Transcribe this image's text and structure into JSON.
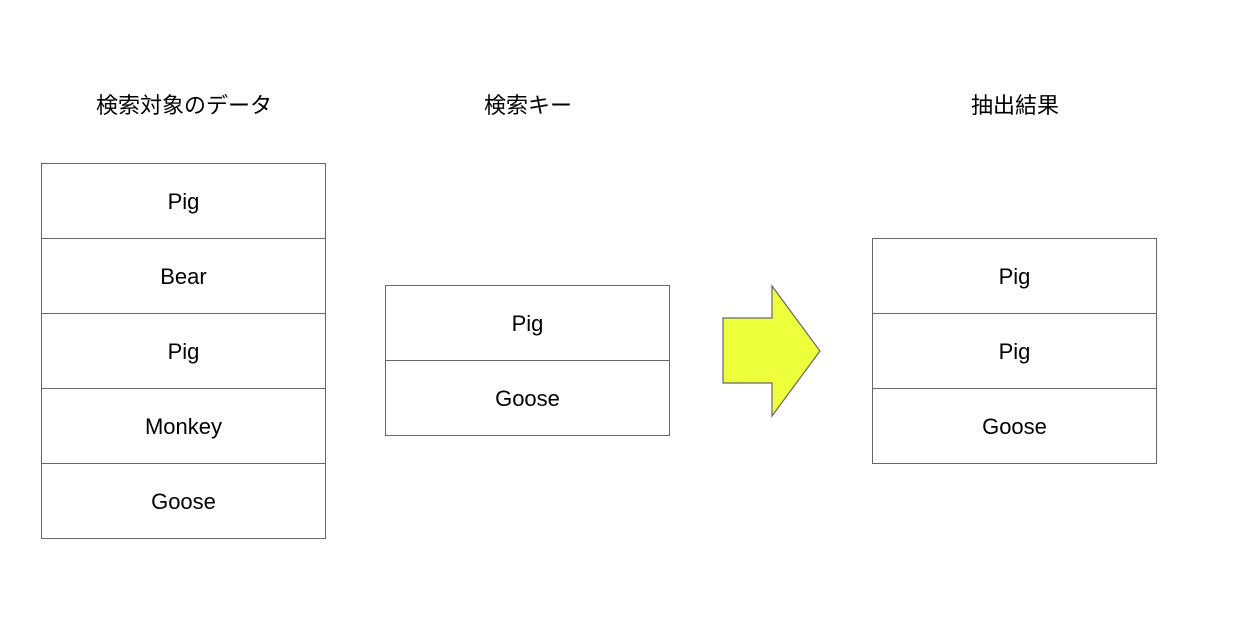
{
  "titles": {
    "source": "検索対象のデータ",
    "keys": "検索キー",
    "result": "抽出結果"
  },
  "source_data": [
    "Pig",
    "Bear",
    "Pig",
    "Monkey",
    "Goose"
  ],
  "search_keys": [
    "Pig",
    "Goose"
  ],
  "result_data": [
    "Pig",
    "Pig",
    "Goose"
  ],
  "colors": {
    "arrow_fill": "#eeff3c",
    "border": "#666666"
  }
}
